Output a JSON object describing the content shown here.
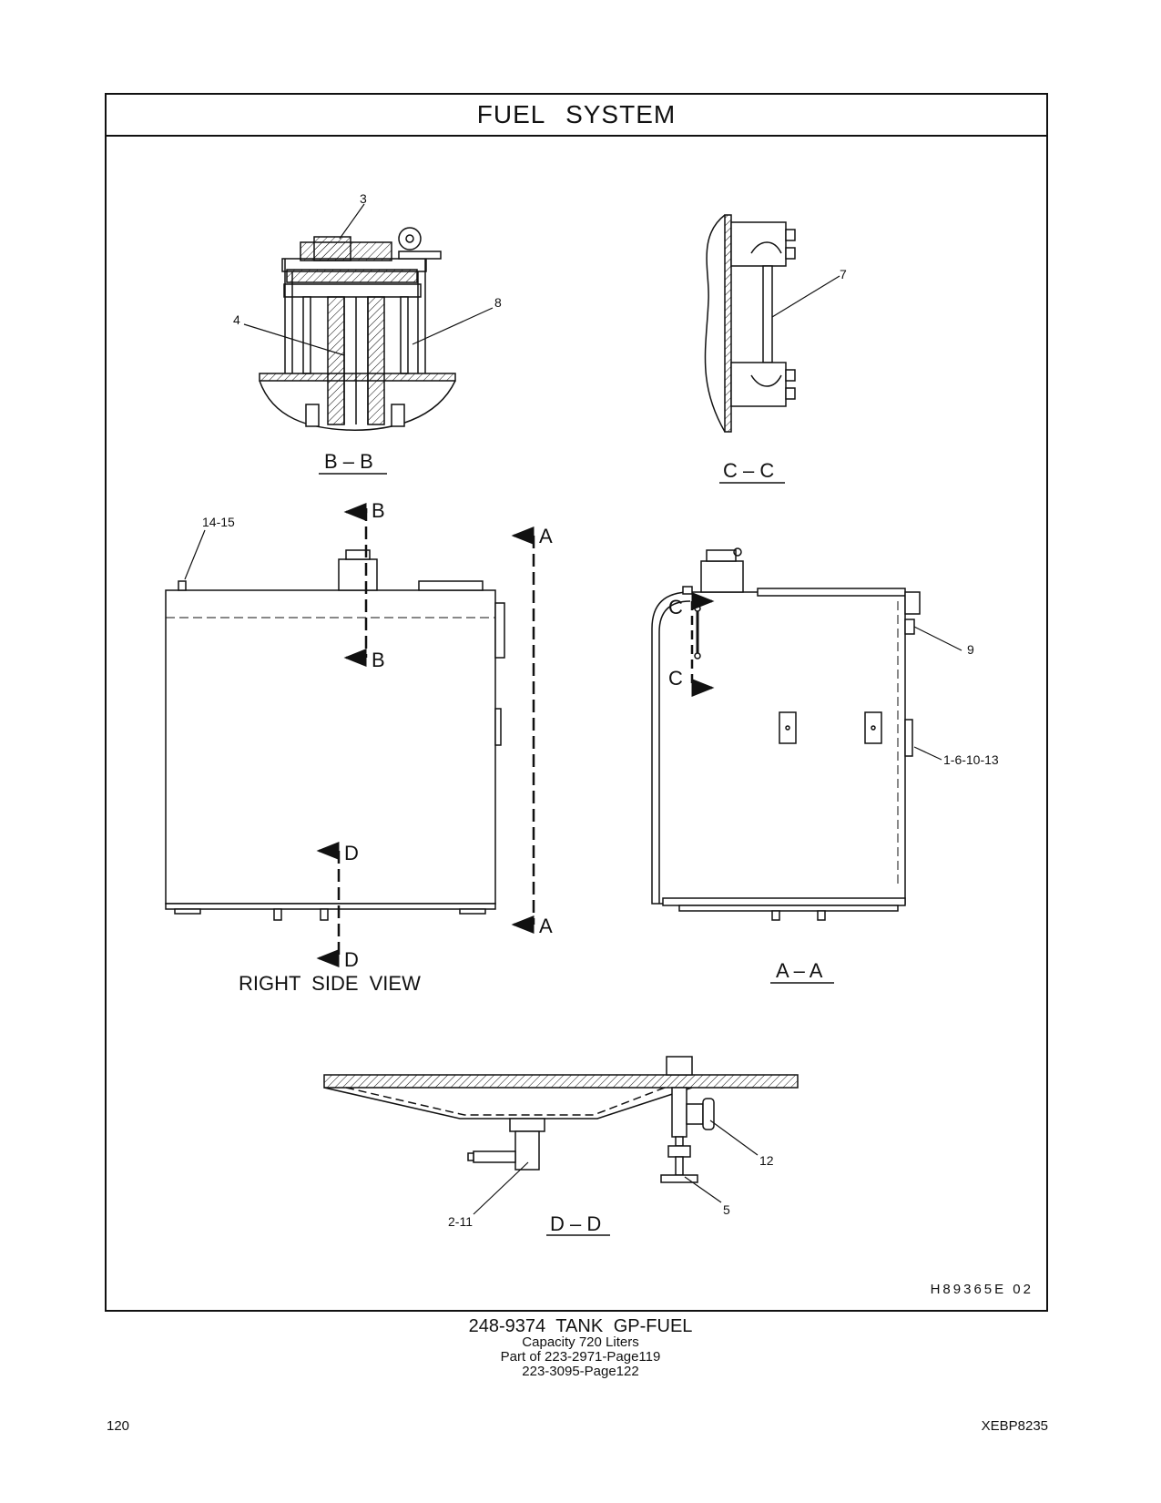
{
  "header": {
    "title": "FUEL SYSTEM"
  },
  "views": {
    "bb": {
      "title": "B – B",
      "callouts": {
        "c3": "3",
        "c4": "4",
        "c8": "8"
      }
    },
    "cc": {
      "title": "C – C",
      "callouts": {
        "c7": "7"
      }
    },
    "right_side": {
      "title": "RIGHT SIDE VIEW",
      "callouts": {
        "c14_15": "14-15"
      },
      "section_marks": {
        "b": "B",
        "a": "A",
        "d": "D"
      }
    },
    "aa": {
      "title": "A – A",
      "callouts": {
        "c9": "9",
        "c1_6_10_13": "1-6-10-13"
      },
      "section_marks": {
        "c": "C"
      }
    },
    "dd": {
      "title": "D – D",
      "callouts": {
        "c12": "12",
        "c5": "5",
        "c2_11": "2-11"
      }
    }
  },
  "drawing_number": "H89365E   02",
  "caption": {
    "part_name": "248-9374  TANK  GP-FUEL",
    "capacity": "Capacity  720  Liters",
    "part_of_1": "Part of 223-2971-Page119",
    "part_of_2": "223-3095-Page122"
  },
  "footer": {
    "page_number": "120",
    "doc_code": "XEBP8235"
  }
}
